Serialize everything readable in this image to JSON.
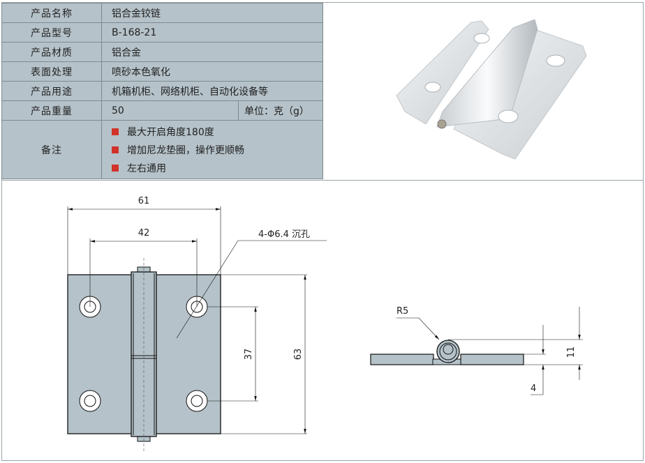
{
  "spec_table": {
    "rows": [
      {
        "label": "产品名称",
        "value": "铝合金铰链"
      },
      {
        "label": "产品型号",
        "value": "B-168-21"
      },
      {
        "label": "产品材质",
        "value": "铝合金"
      },
      {
        "label": "表面处理",
        "value": "喷砂本色氧化"
      },
      {
        "label": "产品用途",
        "value": "机箱机柜、网络机柜、自动化设备等"
      },
      {
        "label": "产品重量",
        "value": "50",
        "unit": "单位：克（g）"
      }
    ],
    "notes_label": "备注",
    "notes": [
      "最大开启角度180度",
      "增加尼龙垫圈，操作更顺畅",
      "左右通用"
    ]
  },
  "drawing": {
    "width_dim": "61",
    "hole_spacing_dim": "42",
    "hole_callout": "4-Φ6.4 沉孔",
    "vertical_spacing_dim": "37",
    "height_dim": "63",
    "radius_dim": "R5",
    "thickness_dim": "4",
    "total_height_dim": "11"
  },
  "colors": {
    "table_bg": "#b5c2c9",
    "bullet": "#d1332a",
    "part_fill": "#b5c2c9"
  }
}
